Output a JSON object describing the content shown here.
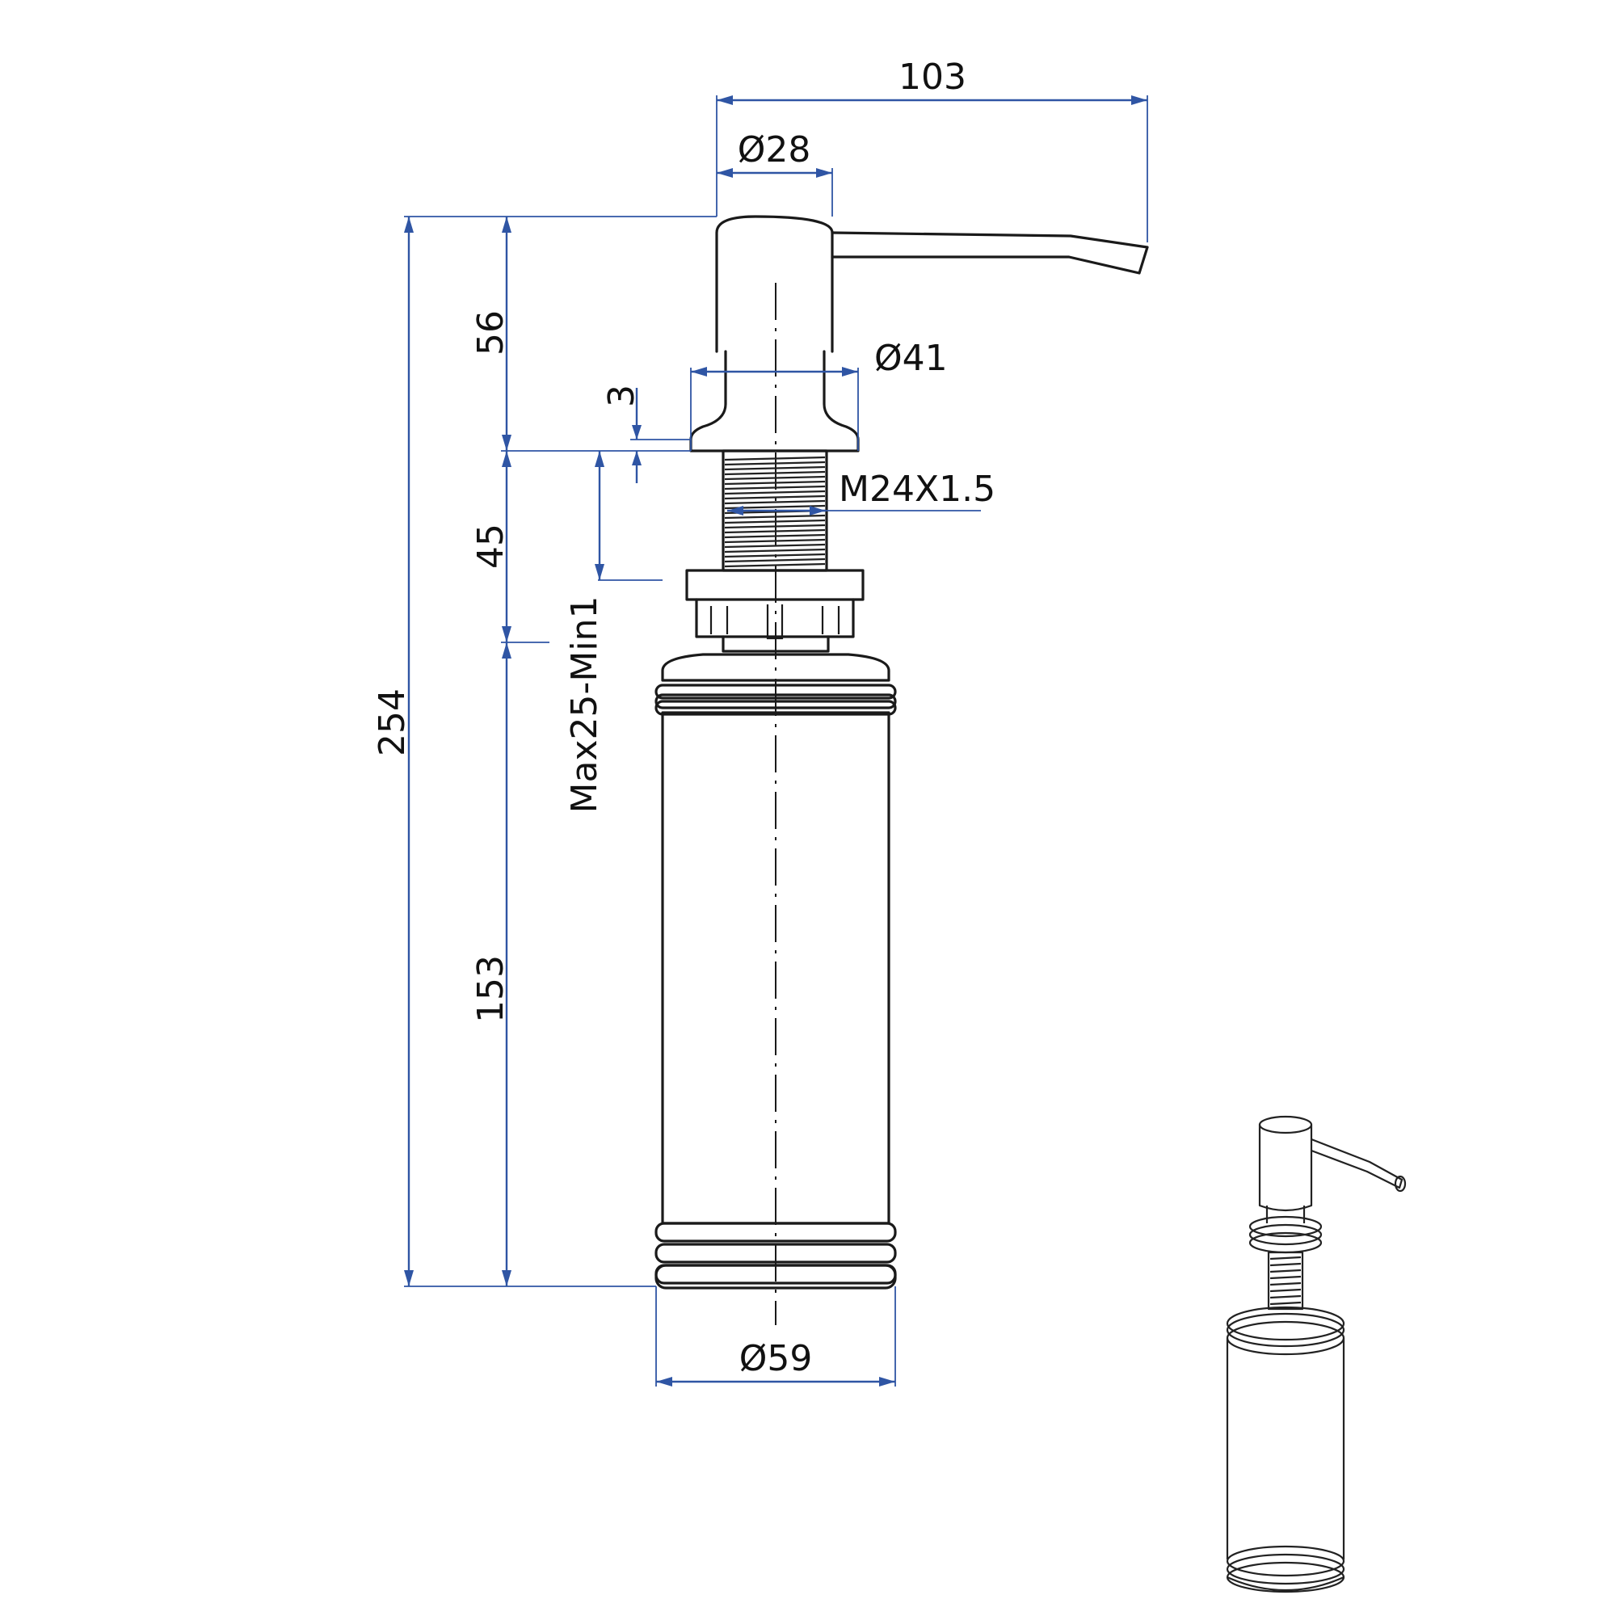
{
  "dimensions": {
    "overall_width": "103",
    "head_diameter": "Ø28",
    "head_height": "56",
    "flange_diameter": "Ø41",
    "flange_thickness": "3",
    "thread": "M24X1.5",
    "shank_length": "45",
    "countertop_range": "Max25-Min1",
    "total_height": "254",
    "bottle_height": "153",
    "bottle_diameter": "Ø59"
  },
  "colors": {
    "dimension_lines": "#2f55a4",
    "outline": "#1a1a1a"
  }
}
